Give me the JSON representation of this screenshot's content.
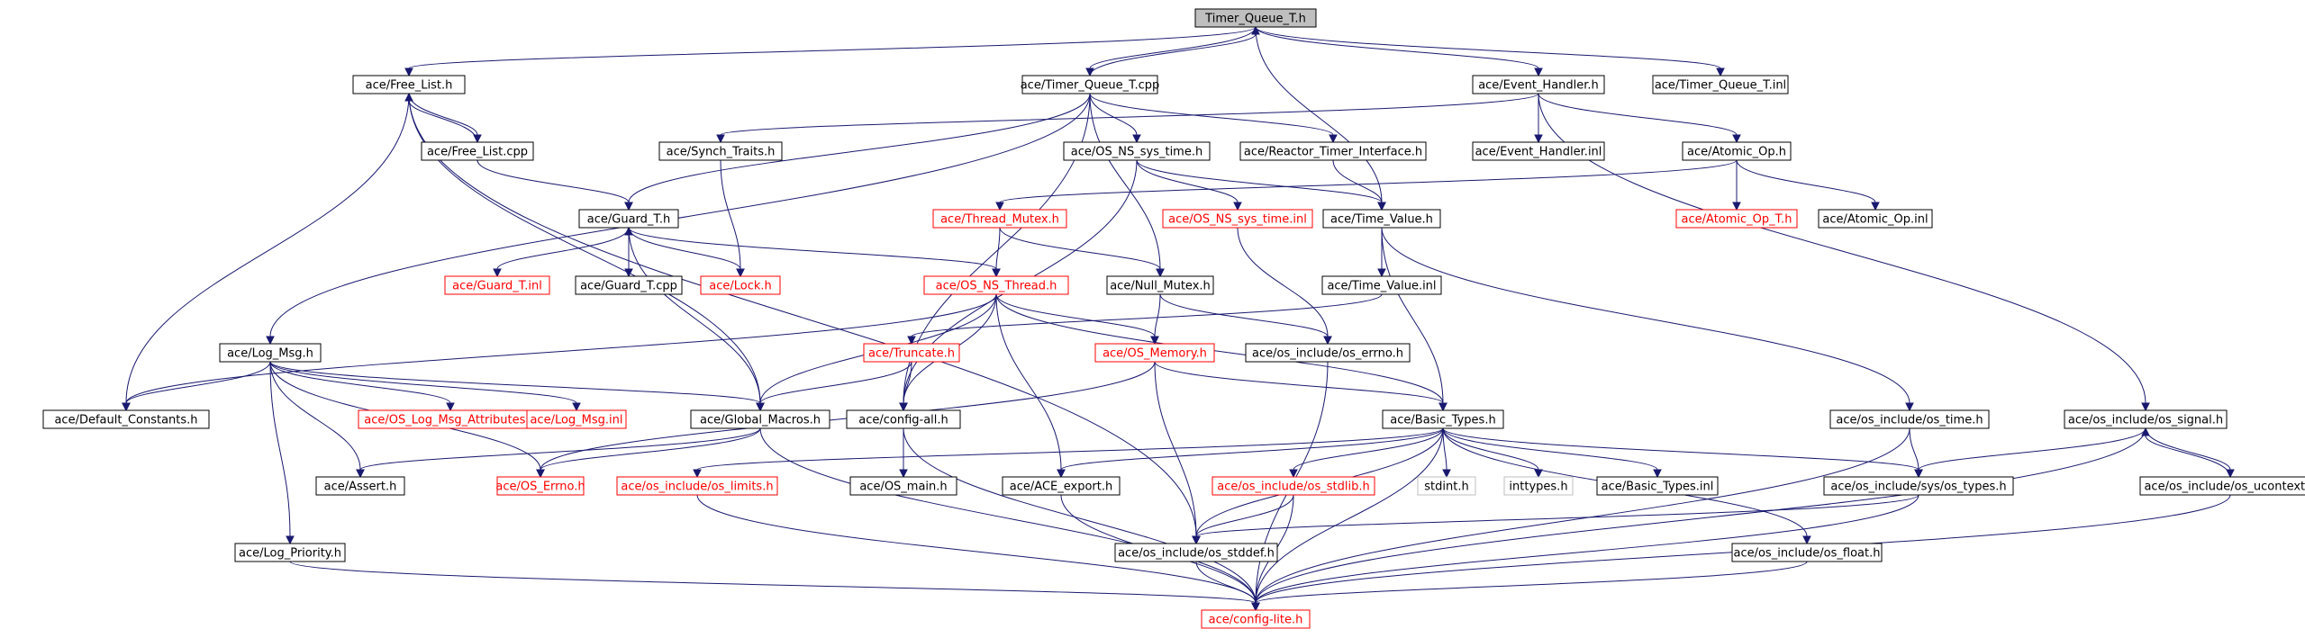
{
  "nodes": [
    {
      "id": "root",
      "label": "Timer_Queue_T.h",
      "style": "root"
    },
    {
      "id": "freelist",
      "label": "ace/Free_List.h",
      "style": "normal"
    },
    {
      "id": "tqcpp",
      "label": "ace/Timer_Queue_T.cpp",
      "style": "normal"
    },
    {
      "id": "evh",
      "label": "ace/Event_Handler.h",
      "style": "normal"
    },
    {
      "id": "tqinl",
      "label": "ace/Timer_Queue_T.inl",
      "style": "normal"
    },
    {
      "id": "freelistcpp",
      "label": "ace/Free_List.cpp",
      "style": "normal"
    },
    {
      "id": "synchtraits",
      "label": "ace/Synch_Traits.h",
      "style": "normal"
    },
    {
      "id": "osnssystime",
      "label": "ace/OS_NS_sys_time.h",
      "style": "normal"
    },
    {
      "id": "reactortimer",
      "label": "ace/Reactor_Timer_Interface.h",
      "style": "normal"
    },
    {
      "id": "evhinl",
      "label": "ace/Event_Handler.inl",
      "style": "normal"
    },
    {
      "id": "atomicop",
      "label": "ace/Atomic_Op.h",
      "style": "normal"
    },
    {
      "id": "guardt",
      "label": "ace/Guard_T.h",
      "style": "normal"
    },
    {
      "id": "threadmutex",
      "label": "ace/Thread_Mutex.h",
      "style": "red"
    },
    {
      "id": "osnssystimeinl",
      "label": "ace/OS_NS_sys_time.inl",
      "style": "red"
    },
    {
      "id": "timevalue",
      "label": "ace/Time_Value.h",
      "style": "normal"
    },
    {
      "id": "atomicopt",
      "label": "ace/Atomic_Op_T.h",
      "style": "red"
    },
    {
      "id": "atomicopinl",
      "label": "ace/Atomic_Op.inl",
      "style": "normal"
    },
    {
      "id": "guardtinl",
      "label": "ace/Guard_T.inl",
      "style": "red"
    },
    {
      "id": "guardtcpp",
      "label": "ace/Guard_T.cpp",
      "style": "normal"
    },
    {
      "id": "lock",
      "label": "ace/Lock.h",
      "style": "red"
    },
    {
      "id": "osnsthread",
      "label": "ace/OS_NS_Thread.h",
      "style": "red"
    },
    {
      "id": "nullmutex",
      "label": "ace/Null_Mutex.h",
      "style": "normal"
    },
    {
      "id": "timevalueinl",
      "label": "ace/Time_Value.inl",
      "style": "normal"
    },
    {
      "id": "logmsg",
      "label": "ace/Log_Msg.h",
      "style": "normal"
    },
    {
      "id": "truncate",
      "label": "ace/Truncate.h",
      "style": "red"
    },
    {
      "id": "osmemory",
      "label": "ace/OS_Memory.h",
      "style": "red"
    },
    {
      "id": "oserrno_inc",
      "label": "ace/os_include/os_errno.h",
      "style": "normal"
    },
    {
      "id": "defconst",
      "label": "ace/Default_Constants.h",
      "style": "normal"
    },
    {
      "id": "oslogmsgattr",
      "label": "ace/OS_Log_Msg_Attributes.h",
      "style": "red"
    },
    {
      "id": "logmsginl",
      "label": "ace/Log_Msg.inl",
      "style": "red"
    },
    {
      "id": "globalmacros",
      "label": "ace/Global_Macros.h",
      "style": "normal"
    },
    {
      "id": "configall",
      "label": "ace/config-all.h",
      "style": "normal"
    },
    {
      "id": "basictypes",
      "label": "ace/Basic_Types.h",
      "style": "normal"
    },
    {
      "id": "ostime",
      "label": "ace/os_include/os_time.h",
      "style": "normal"
    },
    {
      "id": "ossignal",
      "label": "ace/os_include/os_signal.h",
      "style": "normal"
    },
    {
      "id": "assert",
      "label": "ace/Assert.h",
      "style": "normal"
    },
    {
      "id": "oserrno",
      "label": "ace/OS_Errno.h",
      "style": "red"
    },
    {
      "id": "oslimits",
      "label": "ace/os_include/os_limits.h",
      "style": "red"
    },
    {
      "id": "osmain",
      "label": "ace/OS_main.h",
      "style": "normal"
    },
    {
      "id": "aceexport",
      "label": "ace/ACE_export.h",
      "style": "normal"
    },
    {
      "id": "osstdlib",
      "label": "ace/os_include/os_stdlib.h",
      "style": "red"
    },
    {
      "id": "stdint",
      "label": "stdint.h",
      "style": "gray"
    },
    {
      "id": "inttypes",
      "label": "inttypes.h",
      "style": "gray"
    },
    {
      "id": "basictypesinl",
      "label": "ace/Basic_Types.inl",
      "style": "normal"
    },
    {
      "id": "systypes",
      "label": "ace/os_include/sys/os_types.h",
      "style": "normal"
    },
    {
      "id": "osucontext",
      "label": "ace/os_include/os_ucontext.h",
      "style": "normal"
    },
    {
      "id": "logpriority",
      "label": "ace/Log_Priority.h",
      "style": "normal"
    },
    {
      "id": "osstddef",
      "label": "ace/os_include/os_stddef.h",
      "style": "normal"
    },
    {
      "id": "osfloat",
      "label": "ace/os_include/os_float.h",
      "style": "normal"
    },
    {
      "id": "configlite",
      "label": "ace/config-lite.h",
      "style": "red"
    }
  ],
  "edges": [
    [
      "root",
      "freelist"
    ],
    [
      "root",
      "tqcpp"
    ],
    [
      "root",
      "evh"
    ],
    [
      "root",
      "tqinl"
    ],
    [
      "root",
      "timevalue"
    ],
    [
      "tqcpp",
      "root"
    ],
    [
      "freelist",
      "freelistcpp"
    ],
    [
      "freelistcpp",
      "freelist"
    ],
    [
      "freelist",
      "defconst"
    ],
    [
      "freelist",
      "globalmacros"
    ],
    [
      "freelist",
      "osstddef"
    ],
    [
      "freelistcpp",
      "guardt"
    ],
    [
      "tqcpp",
      "guardt"
    ],
    [
      "tqcpp",
      "osnssystime"
    ],
    [
      "tqcpp",
      "reactortimer"
    ],
    [
      "tqcpp",
      "configall"
    ],
    [
      "tqcpp",
      "nullmutex"
    ],
    [
      "tqcpp",
      "logmsg"
    ],
    [
      "evh",
      "evhinl"
    ],
    [
      "evh",
      "atomicop"
    ],
    [
      "evh",
      "synchtraits"
    ],
    [
      "evh",
      "ossignal"
    ],
    [
      "synchtraits",
      "lock"
    ],
    [
      "osnssystime",
      "osnssystimeinl"
    ],
    [
      "osnssystime",
      "timevalue"
    ],
    [
      "osnssystime",
      "configall"
    ],
    [
      "reactortimer",
      "timevalue"
    ],
    [
      "atomicop",
      "atomicopt"
    ],
    [
      "atomicop",
      "atomicopinl"
    ],
    [
      "atomicop",
      "threadmutex"
    ],
    [
      "guardt",
      "guardtinl"
    ],
    [
      "guardt",
      "guardtcpp"
    ],
    [
      "guardtcpp",
      "guardt"
    ],
    [
      "guardt",
      "lock"
    ],
    [
      "guardt",
      "osnsthread"
    ],
    [
      "guardt",
      "globalmacros"
    ],
    [
      "threadmutex",
      "osnsthread"
    ],
    [
      "threadmutex",
      "nullmutex"
    ],
    [
      "osnssystimeinl",
      "oserrno_inc"
    ],
    [
      "timevalue",
      "timevalueinl"
    ],
    [
      "timevalue",
      "basictypes"
    ],
    [
      "timevalue",
      "ostime"
    ],
    [
      "timevalueinl",
      "truncate"
    ],
    [
      "osnsthread",
      "globalmacros"
    ],
    [
      "osnsthread",
      "osmemory"
    ],
    [
      "osnsthread",
      "basictypes"
    ],
    [
      "osnsthread",
      "configall"
    ],
    [
      "osnsthread",
      "defconst"
    ],
    [
      "osnsthread",
      "aceexport"
    ],
    [
      "nullmutex",
      "osmemory"
    ],
    [
      "nullmutex",
      "oserrno_inc"
    ],
    [
      "logmsg",
      "defconst"
    ],
    [
      "logmsg",
      "oslogmsgattr"
    ],
    [
      "logmsg",
      "logmsginl"
    ],
    [
      "logmsg",
      "globalmacros"
    ],
    [
      "logmsg",
      "assert"
    ],
    [
      "logmsg",
      "oserrno"
    ],
    [
      "logmsg",
      "logpriority"
    ],
    [
      "truncate",
      "globalmacros"
    ],
    [
      "truncate",
      "configall"
    ],
    [
      "osmemory",
      "oserrno"
    ],
    [
      "osmemory",
      "basictypes"
    ],
    [
      "osmemory",
      "osstddef"
    ],
    [
      "oserrno_inc",
      "configlite"
    ],
    [
      "globalmacros",
      "assert"
    ],
    [
      "globalmacros",
      "oserrno"
    ],
    [
      "globalmacros",
      "configlite"
    ],
    [
      "configall",
      "osmain"
    ],
    [
      "configall",
      "configlite"
    ],
    [
      "basictypes",
      "oslimits"
    ],
    [
      "basictypes",
      "aceexport"
    ],
    [
      "basictypes",
      "osstdlib"
    ],
    [
      "basictypes",
      "stdint"
    ],
    [
      "basictypes",
      "inttypes"
    ],
    [
      "basictypes",
      "basictypesinl"
    ],
    [
      "basictypes",
      "systypes"
    ],
    [
      "basictypes",
      "osstddef"
    ],
    [
      "basictypes",
      "osfloat"
    ],
    [
      "basictypes",
      "configlite"
    ],
    [
      "ostime",
      "systypes"
    ],
    [
      "ostime",
      "configlite"
    ],
    [
      "ossignal",
      "systypes"
    ],
    [
      "ossignal",
      "osucontext"
    ],
    [
      "ossignal",
      "configlite"
    ],
    [
      "osucontext",
      "ossignal"
    ],
    [
      "osucontext",
      "configlite"
    ],
    [
      "oslimits",
      "configlite"
    ],
    [
      "aceexport",
      "configlite"
    ],
    [
      "osstdlib",
      "osstddef"
    ],
    [
      "osstdlib",
      "configlite"
    ],
    [
      "systypes",
      "osstddef"
    ],
    [
      "systypes",
      "configlite"
    ],
    [
      "logpriority",
      "configlite"
    ],
    [
      "osstddef",
      "configlite"
    ],
    [
      "osfloat",
      "configlite"
    ]
  ]
}
